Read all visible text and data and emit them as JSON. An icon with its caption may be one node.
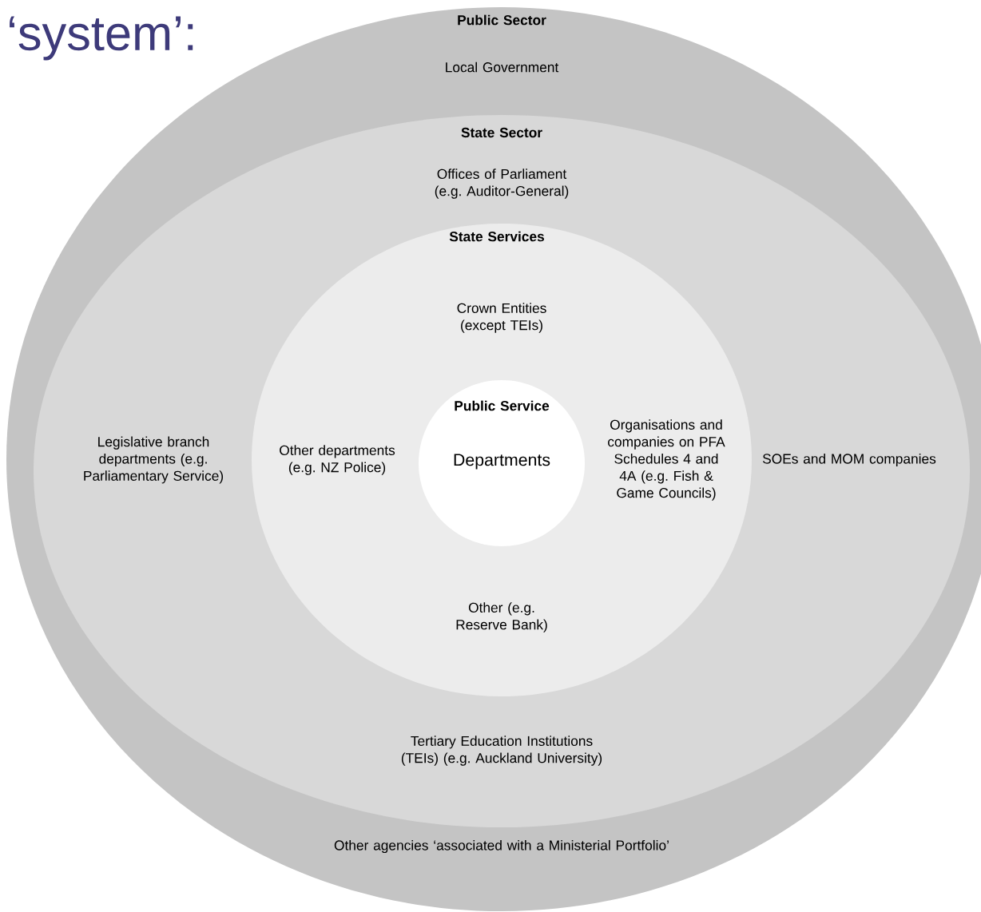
{
  "diagram": {
    "title": "‘system’:",
    "nodes": [
      {
        "text": [
          "Public Sector",
          "Local Government",
          "Other agencies ‘associated with a Ministerial Portfolio’"
        ]
      },
      {
        "text": [
          "State Sector",
          "Offices of Parliament (e.g. Auditor-General)",
          "Legislative branch departments (e.g. Parliamentary Service)",
          "SOEs and MOM companies",
          "Tertiary Education Institutions (TEIs) (e.g. Auckland University)"
        ],
        "in": 0
      },
      {
        "text": [
          "State Services",
          "Crown Entities (except TEIs)",
          "Other departments (e.g. NZ Police)",
          "Organisations and companies on PFA Schedules 4 and 4A (e.g. Fish & Game Councils)",
          "Other (e.g. Reserve Bank)"
        ],
        "in": 1
      },
      {
        "text": [
          "Public Service",
          "Departments"
        ],
        "in": 2
      }
    ]
  }
}
